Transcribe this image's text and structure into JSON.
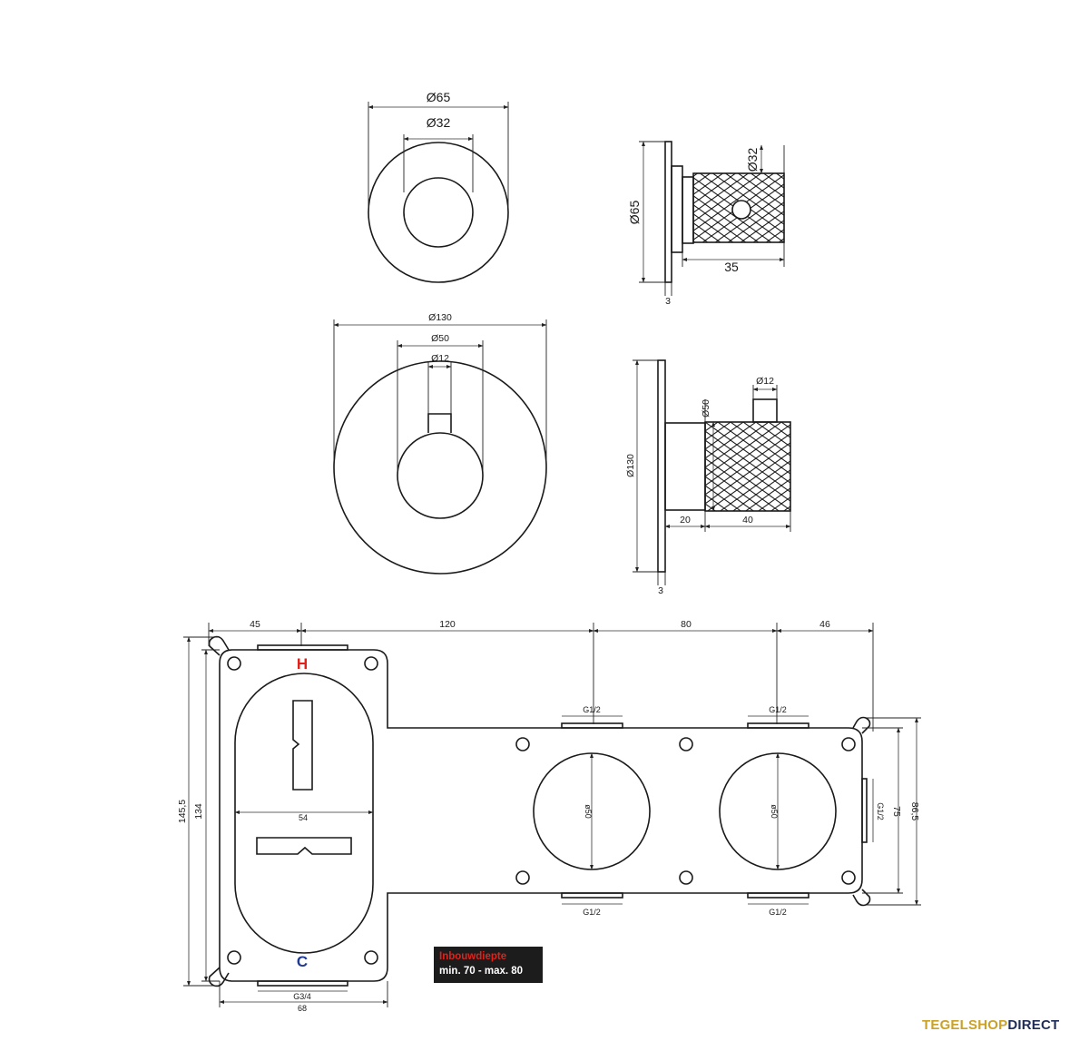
{
  "brand": {
    "part1": "TEGELSHOP",
    "part2": "DIRECT",
    "color_gold": "#c9a227",
    "color_navy": "#1f2d57"
  },
  "install_depth": {
    "title": "Inbouwdiepte",
    "range": "min. 70 - max. 80",
    "title_color": "#e0221b",
    "box_color": "#1c1c1c"
  },
  "stop_valve": {
    "front": {
      "outer_dia": "Ø65",
      "inner_dia": "Ø32"
    },
    "side": {
      "rosette_dia": "Ø65",
      "handle_dia": "Ø32",
      "handle_length": "35",
      "plate_thickness": "3"
    }
  },
  "thermostat": {
    "front": {
      "outer_dia": "Ø130",
      "handle_dia": "Ø50",
      "spindle_dia": "Ø12"
    },
    "side": {
      "rosette_dia": "Ø130",
      "handle_dia": "Ø50",
      "spindle_dia": "Ø12",
      "offset": "20",
      "handle_length": "40",
      "plate_thickness": "3"
    }
  },
  "box": {
    "top_dims": [
      "45",
      "120",
      "80",
      "46"
    ],
    "hot_label": "H",
    "cold_label": "C",
    "hot_color": "#e0221b",
    "cold_color": "#1f3a93",
    "inner_width": "54",
    "overall_height": "145,5",
    "body_height": "134",
    "port_top_1": "G1/2",
    "port_top_2": "G1/2",
    "port_bottom_1": "G1/2",
    "port_bottom_2": "G1/2",
    "port_right": "G1/2",
    "bore_1": "ø50",
    "bore_2": "ø50",
    "inlet": "G3/4",
    "bottom_width": "68",
    "right_dim_inner": "75",
    "right_dim_outer": "86,5"
  }
}
